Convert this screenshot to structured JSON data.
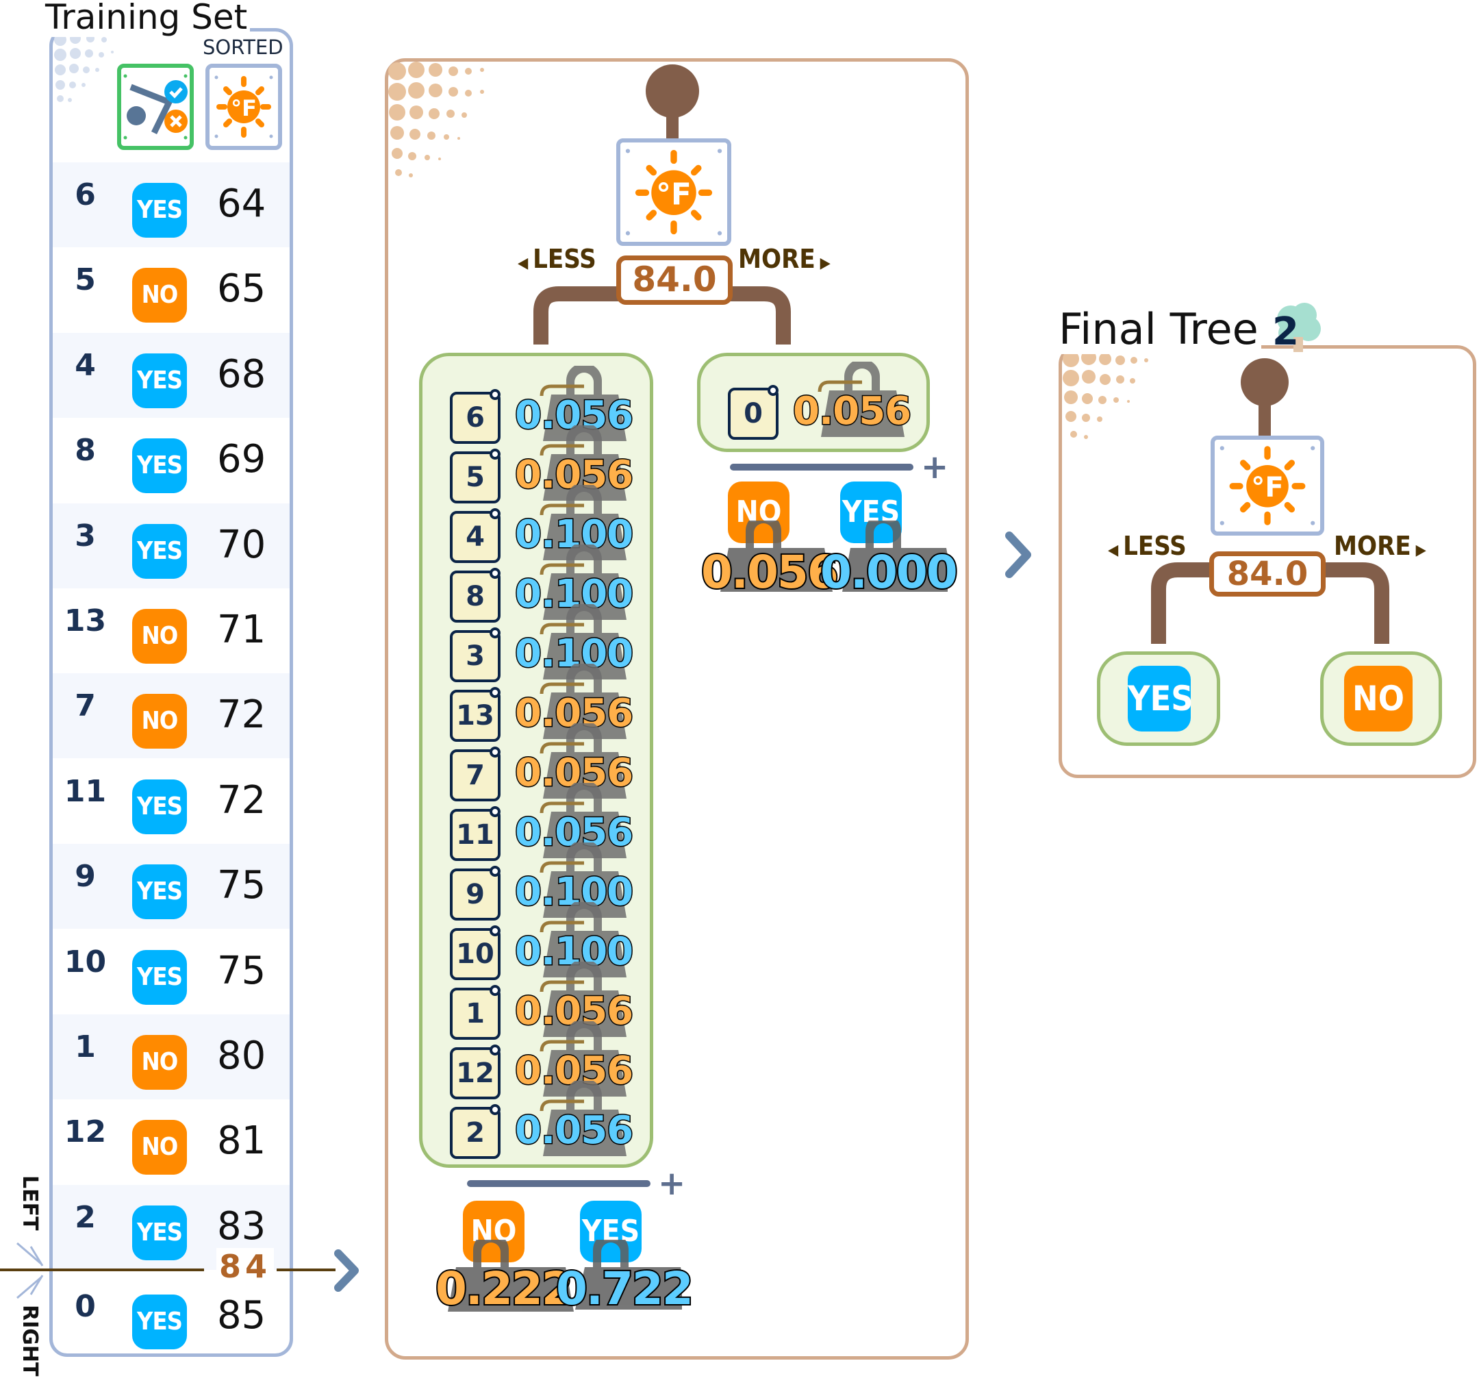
{
  "training_set": {
    "title": "Training Set",
    "sorted_label": "SORTED",
    "columns": [
      {
        "icon": "label-yes-no-icon",
        "name": "Play"
      },
      {
        "icon": "temperature-fahrenheit-icon",
        "name": "Temperature"
      }
    ],
    "rows": [
      {
        "index": "6",
        "label": "YES",
        "temp": "64"
      },
      {
        "index": "5",
        "label": "NO",
        "temp": "65"
      },
      {
        "index": "4",
        "label": "YES",
        "temp": "68"
      },
      {
        "index": "8",
        "label": "YES",
        "temp": "69"
      },
      {
        "index": "3",
        "label": "YES",
        "temp": "70"
      },
      {
        "index": "13",
        "label": "NO",
        "temp": "71"
      },
      {
        "index": "7",
        "label": "NO",
        "temp": "72"
      },
      {
        "index": "11",
        "label": "YES",
        "temp": "72"
      },
      {
        "index": "9",
        "label": "YES",
        "temp": "75"
      },
      {
        "index": "10",
        "label": "YES",
        "temp": "75"
      },
      {
        "index": "1",
        "label": "NO",
        "temp": "80"
      },
      {
        "index": "12",
        "label": "NO",
        "temp": "81"
      },
      {
        "index": "2",
        "label": "YES",
        "temp": "83"
      },
      {
        "index": "0",
        "label": "YES",
        "temp": "85"
      }
    ],
    "split_value": "84",
    "left_label": "LEFT",
    "right_label": "RIGHT"
  },
  "split_node": {
    "feature_icon": "temperature-fahrenheit-icon",
    "threshold": "84.0",
    "less_label": "LESS",
    "more_label": "MORE",
    "left_child": {
      "items": [
        {
          "index": "6",
          "weight": "0.056",
          "class": "yes"
        },
        {
          "index": "5",
          "weight": "0.056",
          "class": "no"
        },
        {
          "index": "4",
          "weight": "0.100",
          "class": "yes"
        },
        {
          "index": "8",
          "weight": "0.100",
          "class": "yes"
        },
        {
          "index": "3",
          "weight": "0.100",
          "class": "yes"
        },
        {
          "index": "13",
          "weight": "0.056",
          "class": "no"
        },
        {
          "index": "7",
          "weight": "0.056",
          "class": "no"
        },
        {
          "index": "11",
          "weight": "0.056",
          "class": "yes"
        },
        {
          "index": "9",
          "weight": "0.100",
          "class": "yes"
        },
        {
          "index": "10",
          "weight": "0.100",
          "class": "yes"
        },
        {
          "index": "1",
          "weight": "0.056",
          "class": "no"
        },
        {
          "index": "12",
          "weight": "0.056",
          "class": "no"
        },
        {
          "index": "2",
          "weight": "0.056",
          "class": "yes"
        }
      ],
      "totals": {
        "no_label": "NO",
        "no_weight": "0.222",
        "yes_label": "YES",
        "yes_weight": "0.722"
      }
    },
    "right_child": {
      "items": [
        {
          "index": "0",
          "weight": "0.056",
          "class": "no"
        }
      ],
      "totals": {
        "no_label": "NO",
        "no_weight": "0.056",
        "yes_label": "YES",
        "yes_weight": "0.000"
      }
    }
  },
  "final_tree": {
    "title": "Final Tree",
    "tree_number": "2",
    "threshold": "84.0",
    "less_label": "LESS",
    "more_label": "MORE",
    "left_leaf": "YES",
    "right_leaf": "NO"
  },
  "colors": {
    "yes": "#00b3ff",
    "no": "#ff8a00",
    "yes_weight": "#5ccdff",
    "no_weight": "#ffb04a",
    "branch": "#825e4a",
    "threshold": "#b06428",
    "leaf_border": "#9dbe73",
    "panel_border": "#d2a98b",
    "table_border": "#a3b6d9"
  }
}
